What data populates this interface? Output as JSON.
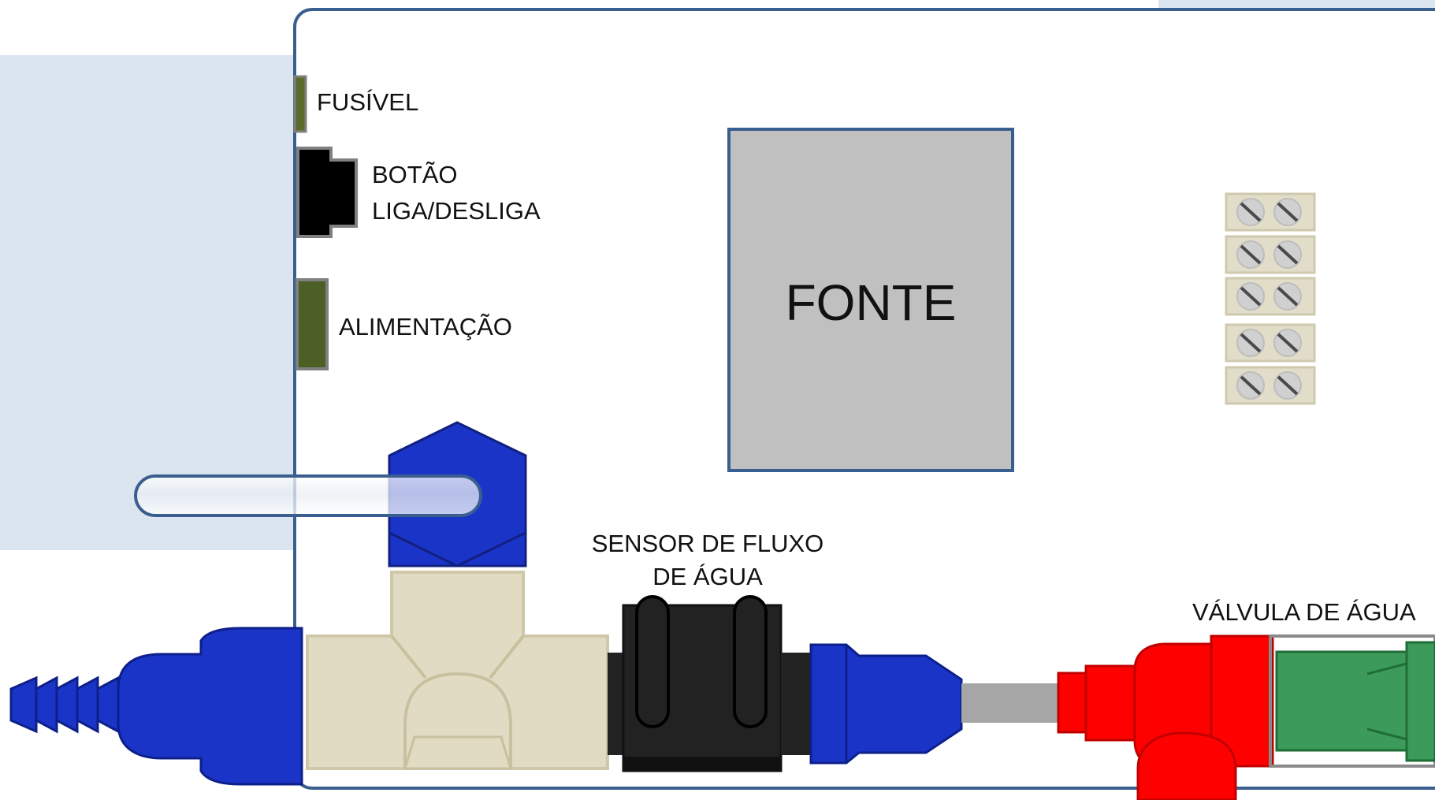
{
  "labels": {
    "fuse": "FUSÍVEL",
    "power_button_line1": "BOTÃO",
    "power_button_line2": "LIGA/DESLIGA",
    "power_input": "ALIMENTAÇÃO",
    "power_supply": "FONTE",
    "flow_sensor_line1": "SENSOR DE FLUXO",
    "flow_sensor_line2": "DE ÁGUA",
    "water_valve": "VÁLVULA DE ÁGUA"
  },
  "colors": {
    "panel_background": "#dbe5f0",
    "enclosure_border": "#3a5f8f",
    "fuse": "#5a6b2a",
    "switch": "#000000",
    "power_connector": "#4c5f24",
    "power_supply_fill": "#c0c0c0",
    "terminal_block": "#e2ddc8",
    "blue_fitting": "#1a34c8",
    "tee_fitting": "#e0dbc2",
    "flow_sensor": "#222222",
    "valve_red": "#ff0000",
    "valve_green": "#3c9a5a",
    "tube_gray": "#a6a6a6"
  }
}
